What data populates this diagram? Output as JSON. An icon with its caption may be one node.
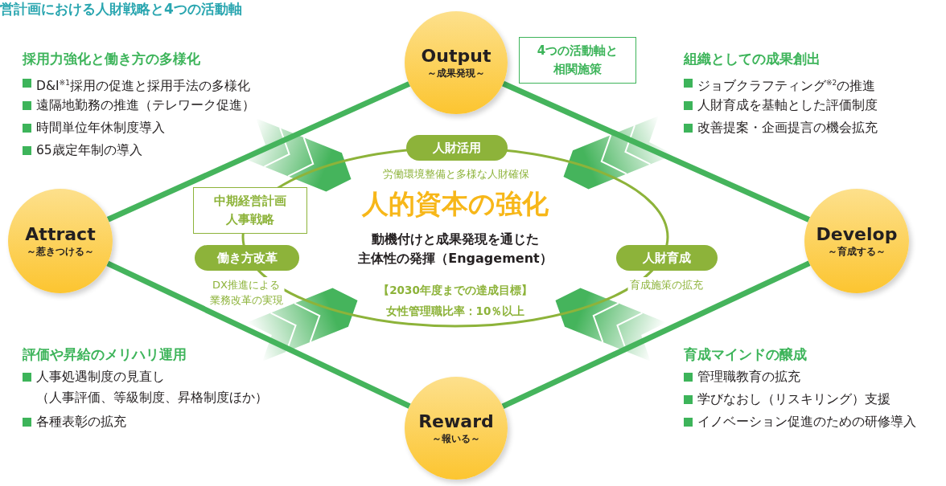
{
  "diagram": {
    "title": "営計画における人財戦略と4つの活動軸",
    "nodes": [
      {
        "text": [
          "Output",
          "～成果発現～"
        ]
      },
      {
        "text": [
          "Attract",
          "～惹きつける～"
        ]
      },
      {
        "text": [
          "Develop",
          "～育成する～"
        ]
      },
      {
        "text": [
          "Reward",
          "～報いる～"
        ]
      },
      {
        "text": [
          "人的資本の強化",
          "動機付けと成果発現を通じた主体性の発揮（Engagement）",
          "【2030年度までの達成目標】女性管理職比率：10％以上"
        ]
      },
      {
        "text": [
          "人財活用"
        ]
      },
      {
        "text": [
          "中期経営計画人事戦略"
        ]
      },
      {
        "text": [
          "働き方改革"
        ]
      },
      {
        "text": [
          "人財育成"
        ]
      },
      {
        "text": [
          "4つの活動軸と相関施策"
        ]
      }
    ],
    "edges": [
      {
        "from": 1,
        "to": 0,
        "arrow": "none"
      },
      {
        "from": 0,
        "to": 2,
        "arrow": "none"
      },
      {
        "from": 1,
        "to": 3,
        "arrow": "none"
      },
      {
        "from": 3,
        "to": 2,
        "arrow": "none"
      }
    ],
    "labels": [
      "採用力強化と働き方の多様化",
      "D&I$^{※1}$採用の促進と採用手法の多様化",
      "遠隔地勤務の推進（テレワーク促進）",
      "時間単位年休制度導入",
      "65歳定年制の導入",
      "組織としての成果創出",
      "ジョブクラフティング$^{※2}$の推進",
      "人財育成を基軸とした評価制度",
      "改善提案・企画提言の機会拡充",
      "評価や昇給のメリハリ運用",
      "人事処遇制度の見直し（人事評価、等級制度、昇格制度ほか）",
      "各種表彰の拡充",
      "育成マインドの醸成",
      "管理職教育の拡充",
      "学びなおし（リスキリング）支援",
      "イノベーション促進のための研修導入",
      "労働環境整備と多様な人財確保",
      "DX推進による業務改革の実現",
      "育成施策の拡充"
    ]
  }
}
